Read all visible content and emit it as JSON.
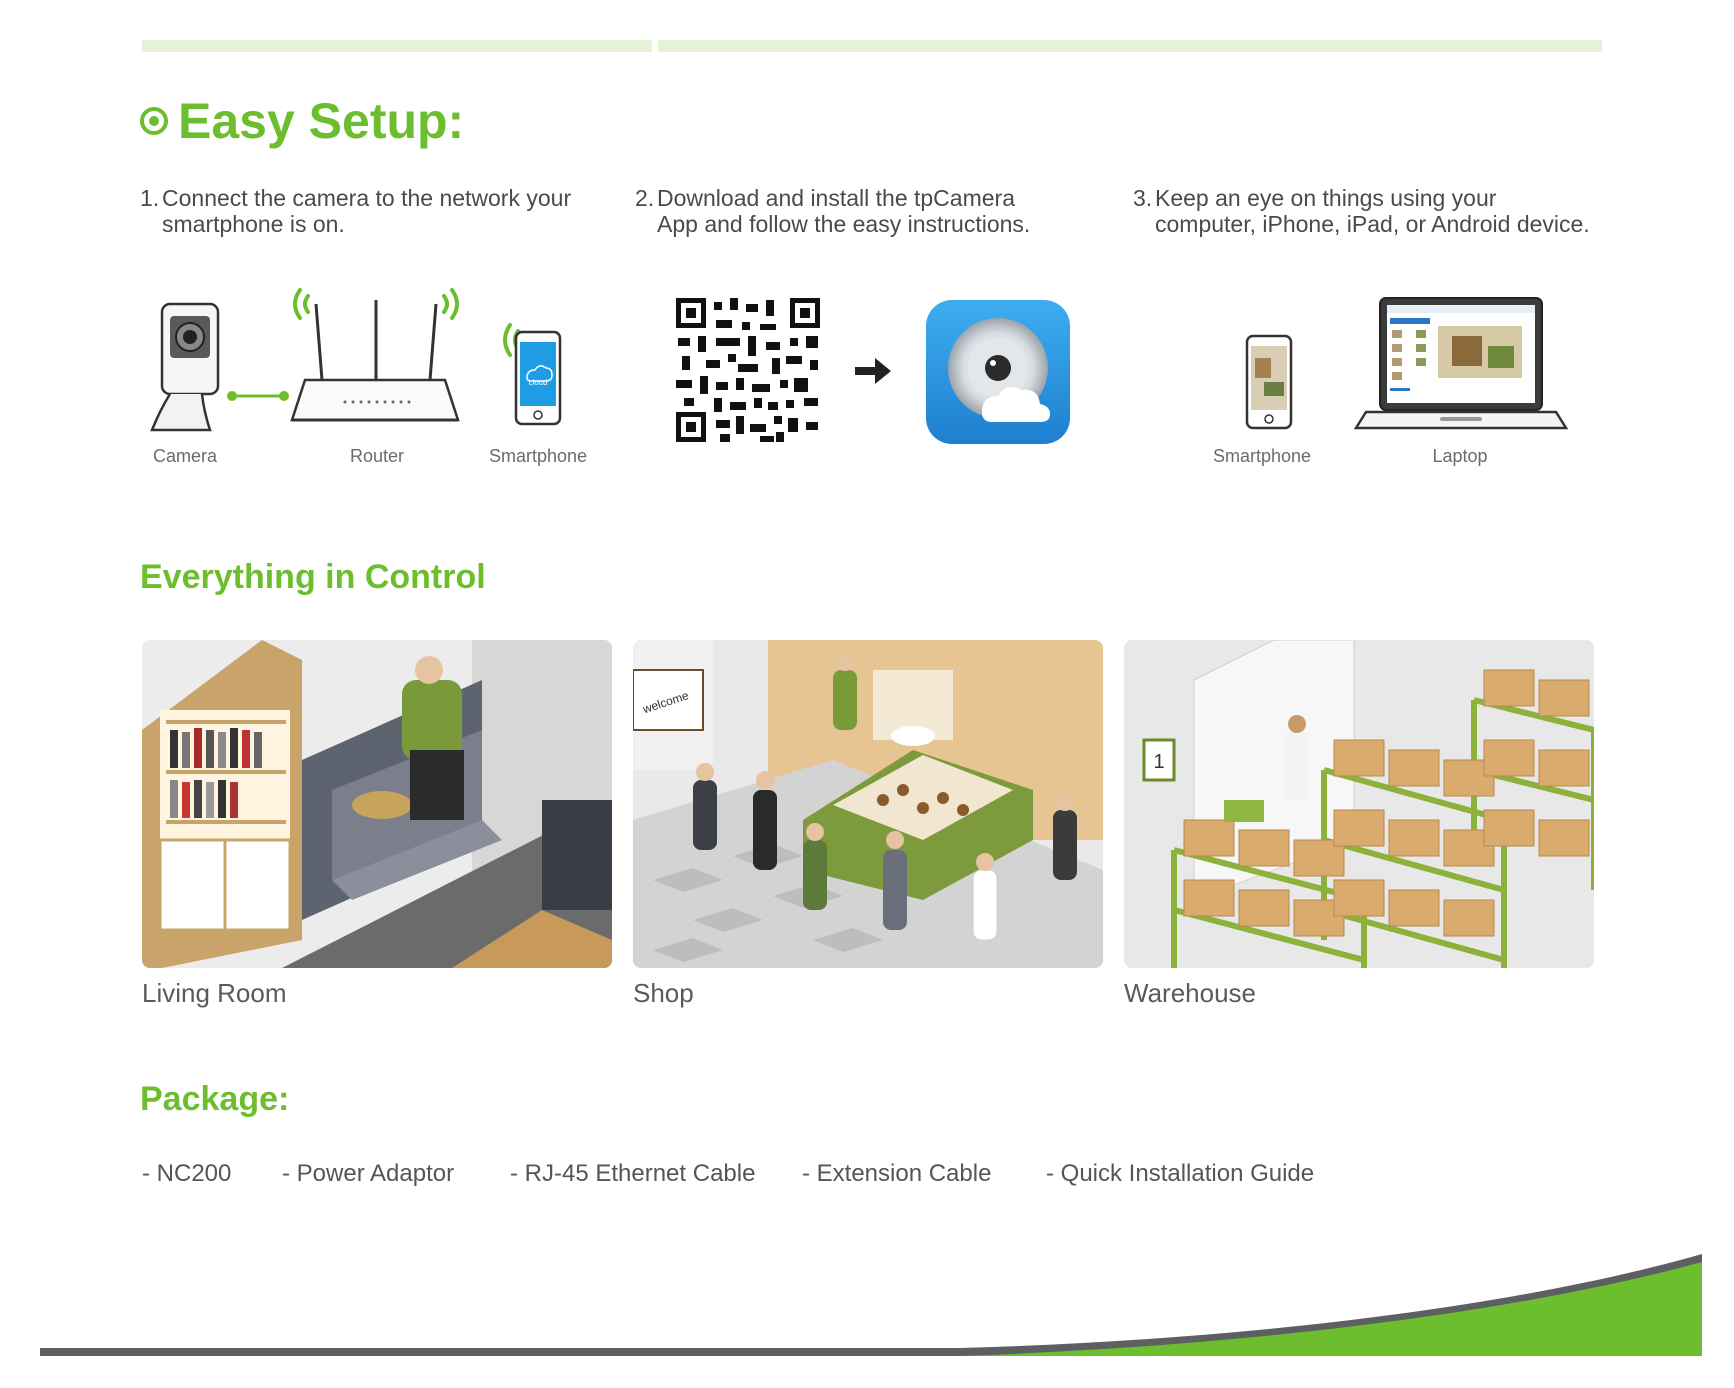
{
  "heading": "Easy Setup:",
  "steps": [
    {
      "num": "1.",
      "line1": "Connect the camera to the network your",
      "line2": "smartphone is on."
    },
    {
      "num": "2.",
      "line1": "Download and install the tpCamera",
      "line2": "App and follow the easy instructions."
    },
    {
      "num": "3.",
      "line1": "Keep an eye on things using your",
      "line2": "computer, iPhone, iPad, or Android device."
    }
  ],
  "devices": {
    "camera": "Camera",
    "router": "Router",
    "smartphone": "Smartphone",
    "smartphone2": "Smartphone",
    "laptop": "Laptop",
    "cloud_text": "cloud"
  },
  "control_heading": "Everything in Control",
  "scenes": [
    {
      "label": "Living Room"
    },
    {
      "label": "Shop",
      "sign": "welcome"
    },
    {
      "label": "Warehouse",
      "door_number": "1"
    }
  ],
  "package_heading": "Package:",
  "package_items": [
    "- NC200",
    "- Power Adaptor",
    "- RJ-45 Ethernet Cable",
    "- Extension Cable",
    "- Quick Installation Guide"
  ],
  "colors": {
    "accent": "#6cbe2e",
    "text": "#4a4a4a",
    "swoosh_gray": "#5d5f63"
  }
}
